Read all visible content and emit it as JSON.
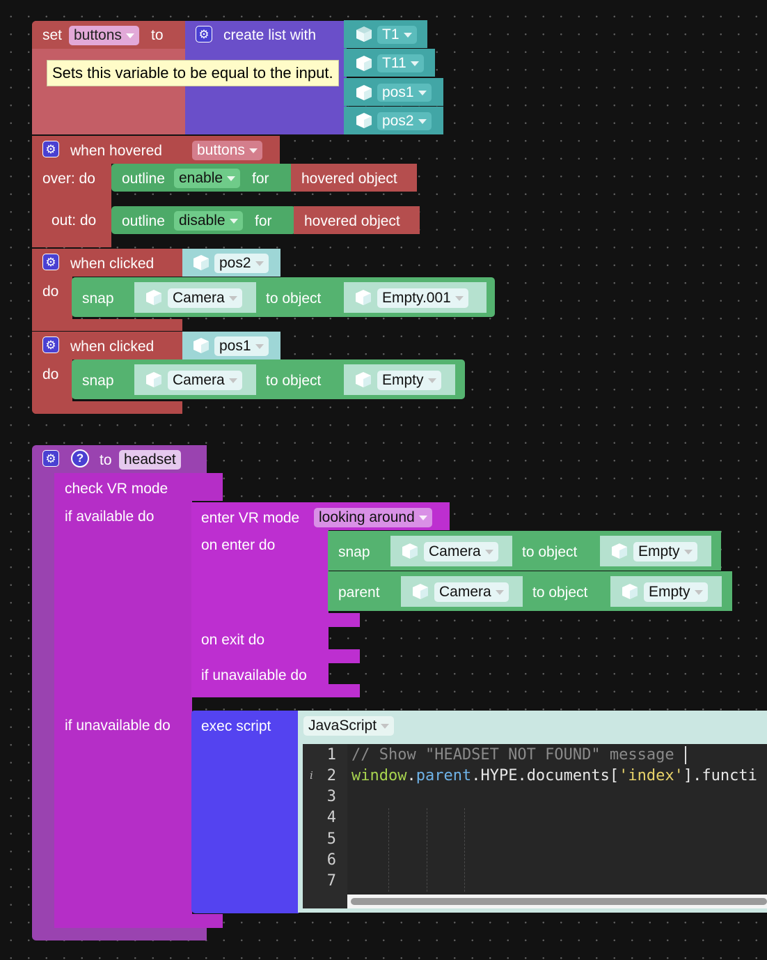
{
  "workspace": {
    "set_block": {
      "set_label": "set",
      "var_name": "buttons",
      "to_label": "to",
      "create_list_label": "create list with",
      "items": [
        "T1",
        "T11",
        "pos1",
        "pos2"
      ]
    },
    "tooltip": "Sets this variable to be equal to the input.",
    "hover_block": {
      "title": "when hovered",
      "var_name": "buttons",
      "over_label": "over: do",
      "out_label": "out: do",
      "over_stmt": {
        "outline": "outline",
        "mode": "enable",
        "for": "for",
        "target": "hovered object"
      },
      "out_stmt": {
        "outline": "outline",
        "mode": "disable",
        "for": "for",
        "target": "hovered object"
      }
    },
    "click_blocks": [
      {
        "title": "when clicked",
        "object": "pos2",
        "do_label": "do",
        "snap": "snap",
        "camera": "Camera",
        "to_object": "to object",
        "target": "Empty.001"
      },
      {
        "title": "when clicked",
        "object": "pos1",
        "do_label": "do",
        "snap": "snap",
        "camera": "Camera",
        "to_object": "to object",
        "target": "Empty"
      }
    ],
    "headset_block": {
      "to_label": "to",
      "name": "headset",
      "check_vr": "check VR mode",
      "if_available": "if available do",
      "if_unavailable": "if unavailable do",
      "enter_vr": "enter VR mode",
      "vr_mode": "looking around",
      "on_enter": "on enter do",
      "on_exit": "on exit do",
      "inner_if_unavailable": "if unavailable do",
      "snap_stmt": {
        "verb": "snap",
        "camera": "Camera",
        "to_object": "to object",
        "target": "Empty"
      },
      "parent_stmt": {
        "verb": "parent",
        "camera": "Camera",
        "to_object": "to object",
        "target": "Empty"
      },
      "exec_script": "exec script",
      "language": "JavaScript"
    },
    "code": {
      "line_numbers": [
        "1",
        "2",
        "3",
        "4",
        "5",
        "6",
        "7"
      ],
      "line1": "// Show \"HEADSET NOT FOUND\" message",
      "line2_window": "window",
      "line2_dot1": ".",
      "line2_parent": "parent",
      "line2_mid": ".HYPE.documents[",
      "line2_str": "'index'",
      "line2_end": "].functi",
      "info_marker": "i"
    }
  },
  "colors": {
    "variables": "#b54e4e",
    "lists": "#6a4fc9",
    "objects": "#42a6a6",
    "actions": "#4daa68",
    "functions": "#b52ec7",
    "script": "#5443f0"
  },
  "icons": [
    "gear-icon",
    "cube-icon",
    "help-icon",
    "dropdown-caret-icon"
  ]
}
